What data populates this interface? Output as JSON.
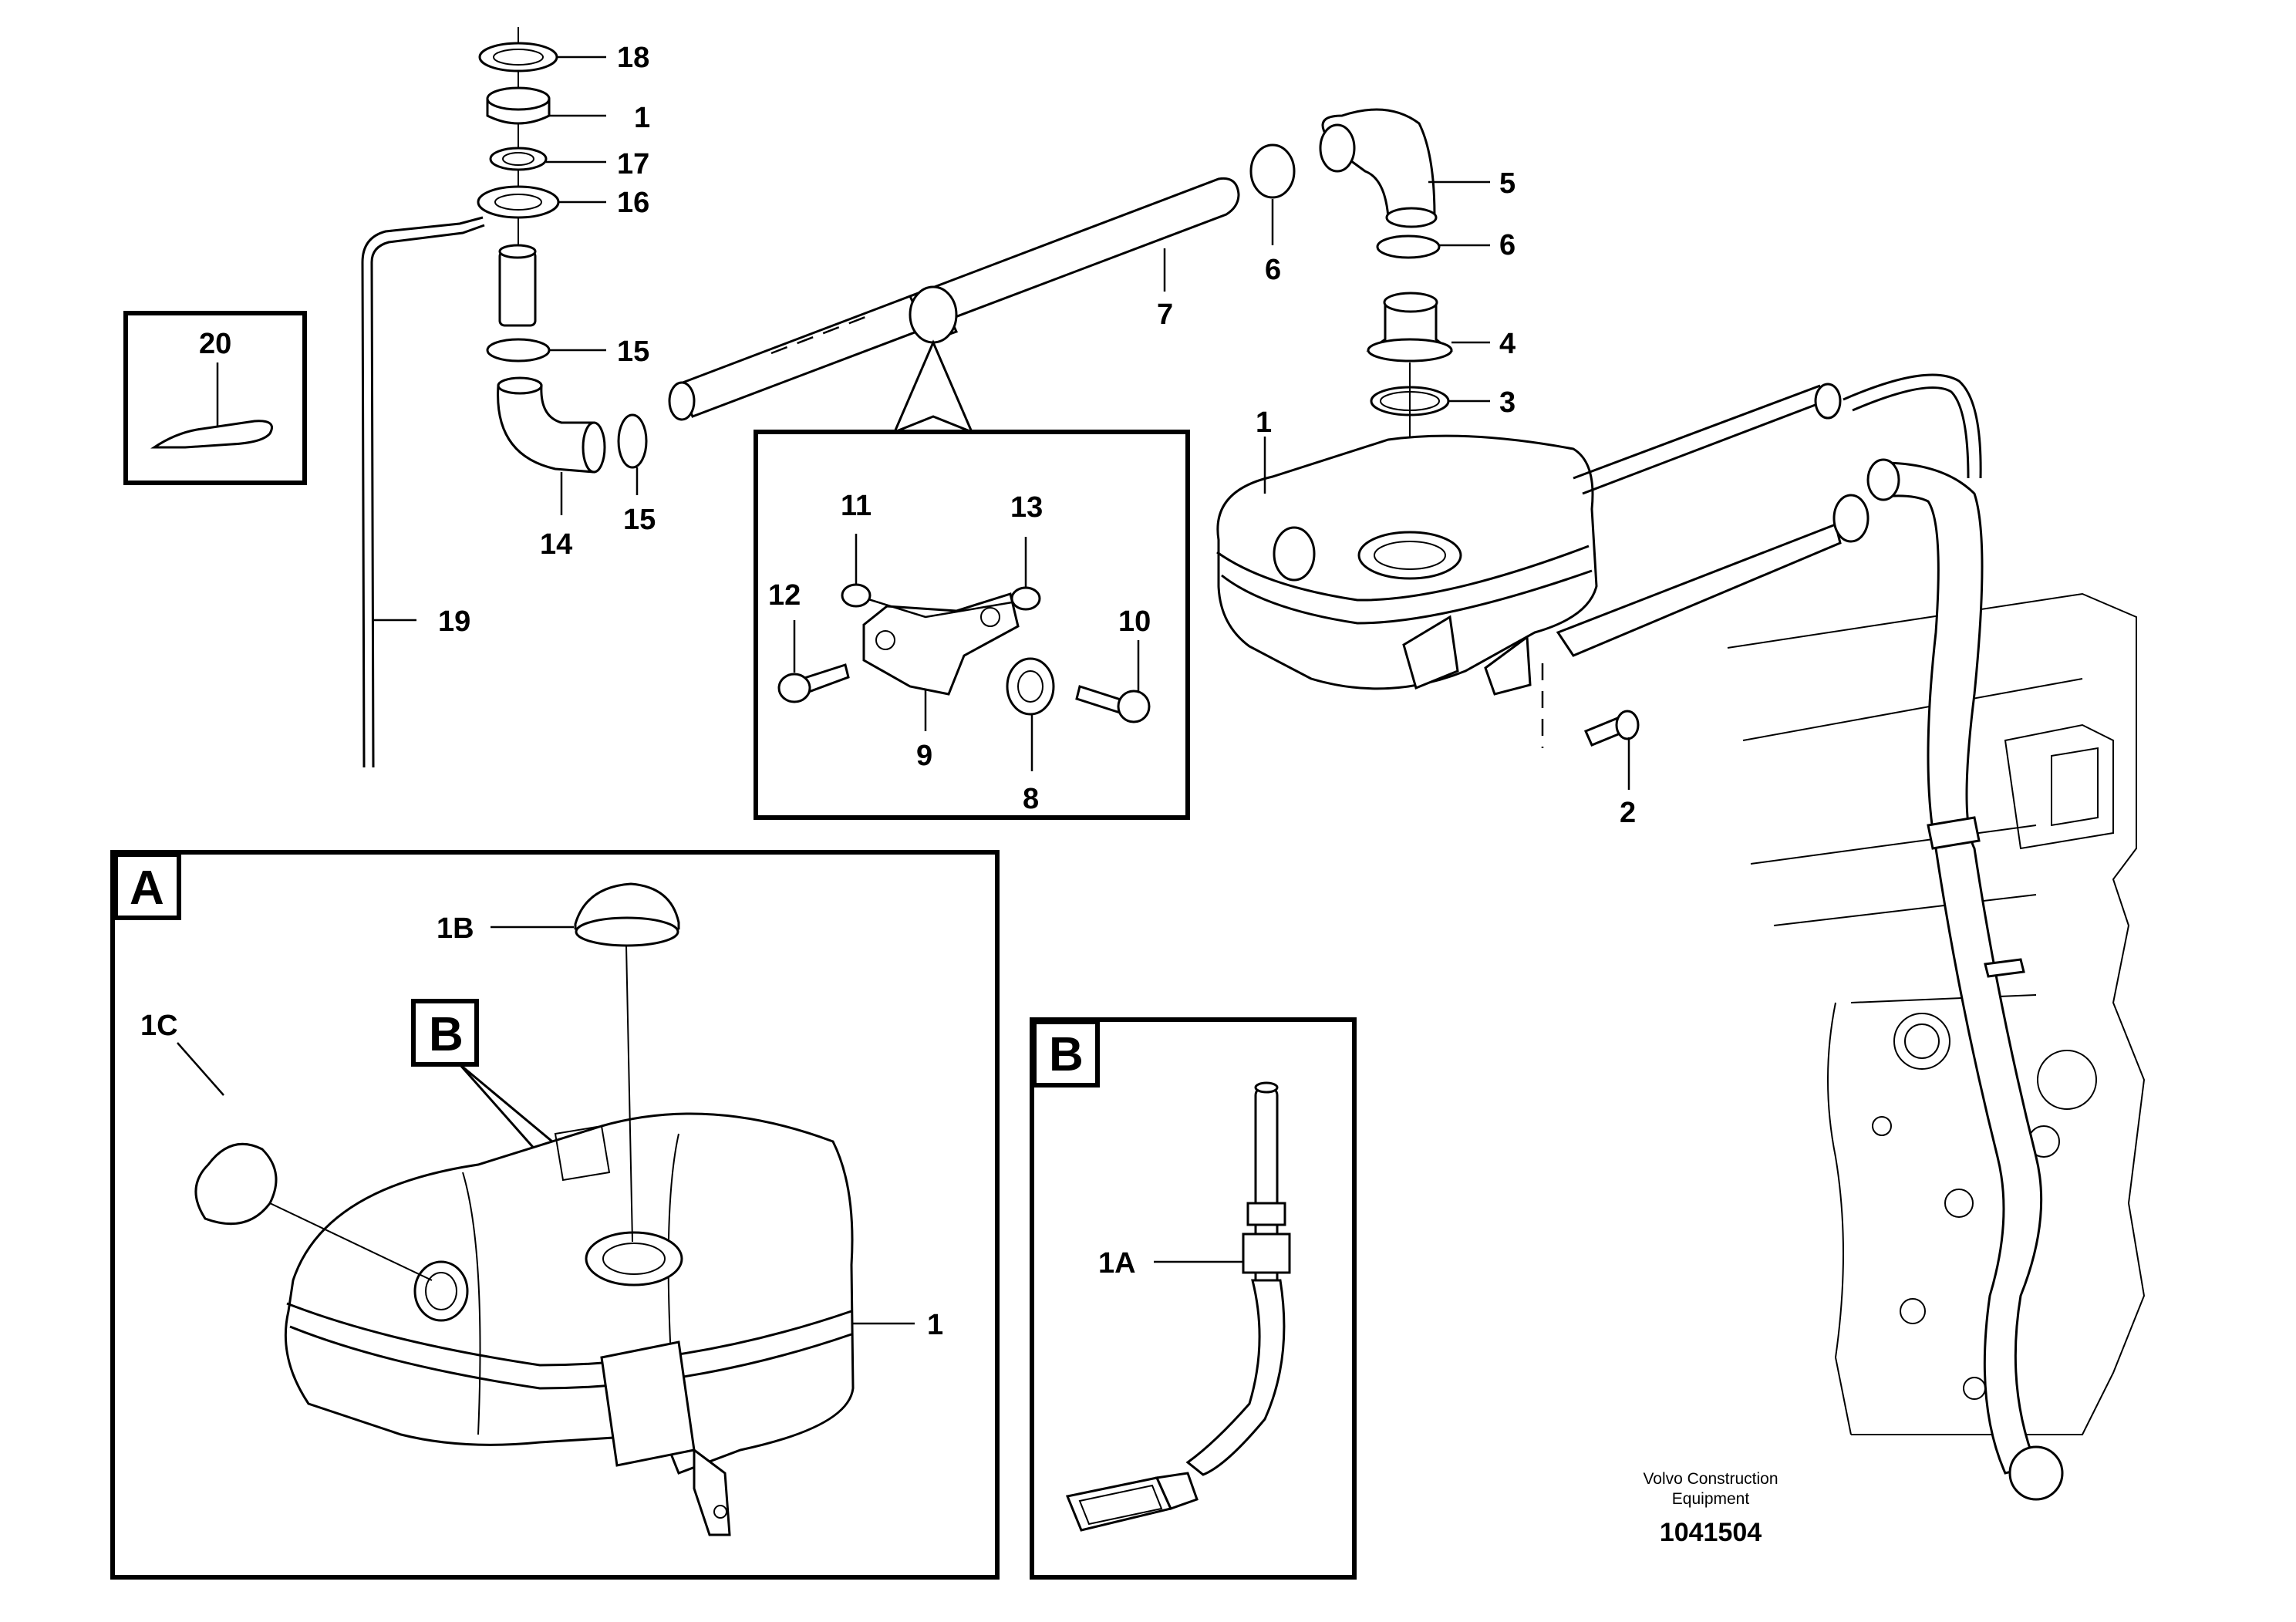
{
  "labels": {
    "p18": "18",
    "p1_top": "1",
    "p17": "17",
    "p16": "16",
    "p15a": "15",
    "p15b": "15",
    "p14": "14",
    "p19": "19",
    "p20": "20",
    "p7": "7",
    "p6a": "6",
    "p6b": "6",
    "p5": "5",
    "p4": "4",
    "p3": "3",
    "p1_tank": "1",
    "p2": "2",
    "p11": "11",
    "p13": "13",
    "p12": "12",
    "p10": "10",
    "p9": "9",
    "p8": "8",
    "p1B": "1B",
    "p1C": "1C",
    "p1_A": "1",
    "p1A": "1A"
  },
  "views": {
    "A": "A",
    "B_callout": "B",
    "B": "B"
  },
  "footer": {
    "company_line1": "Volvo Construction",
    "company_line2": "Equipment",
    "drawing_number": "1041504"
  }
}
